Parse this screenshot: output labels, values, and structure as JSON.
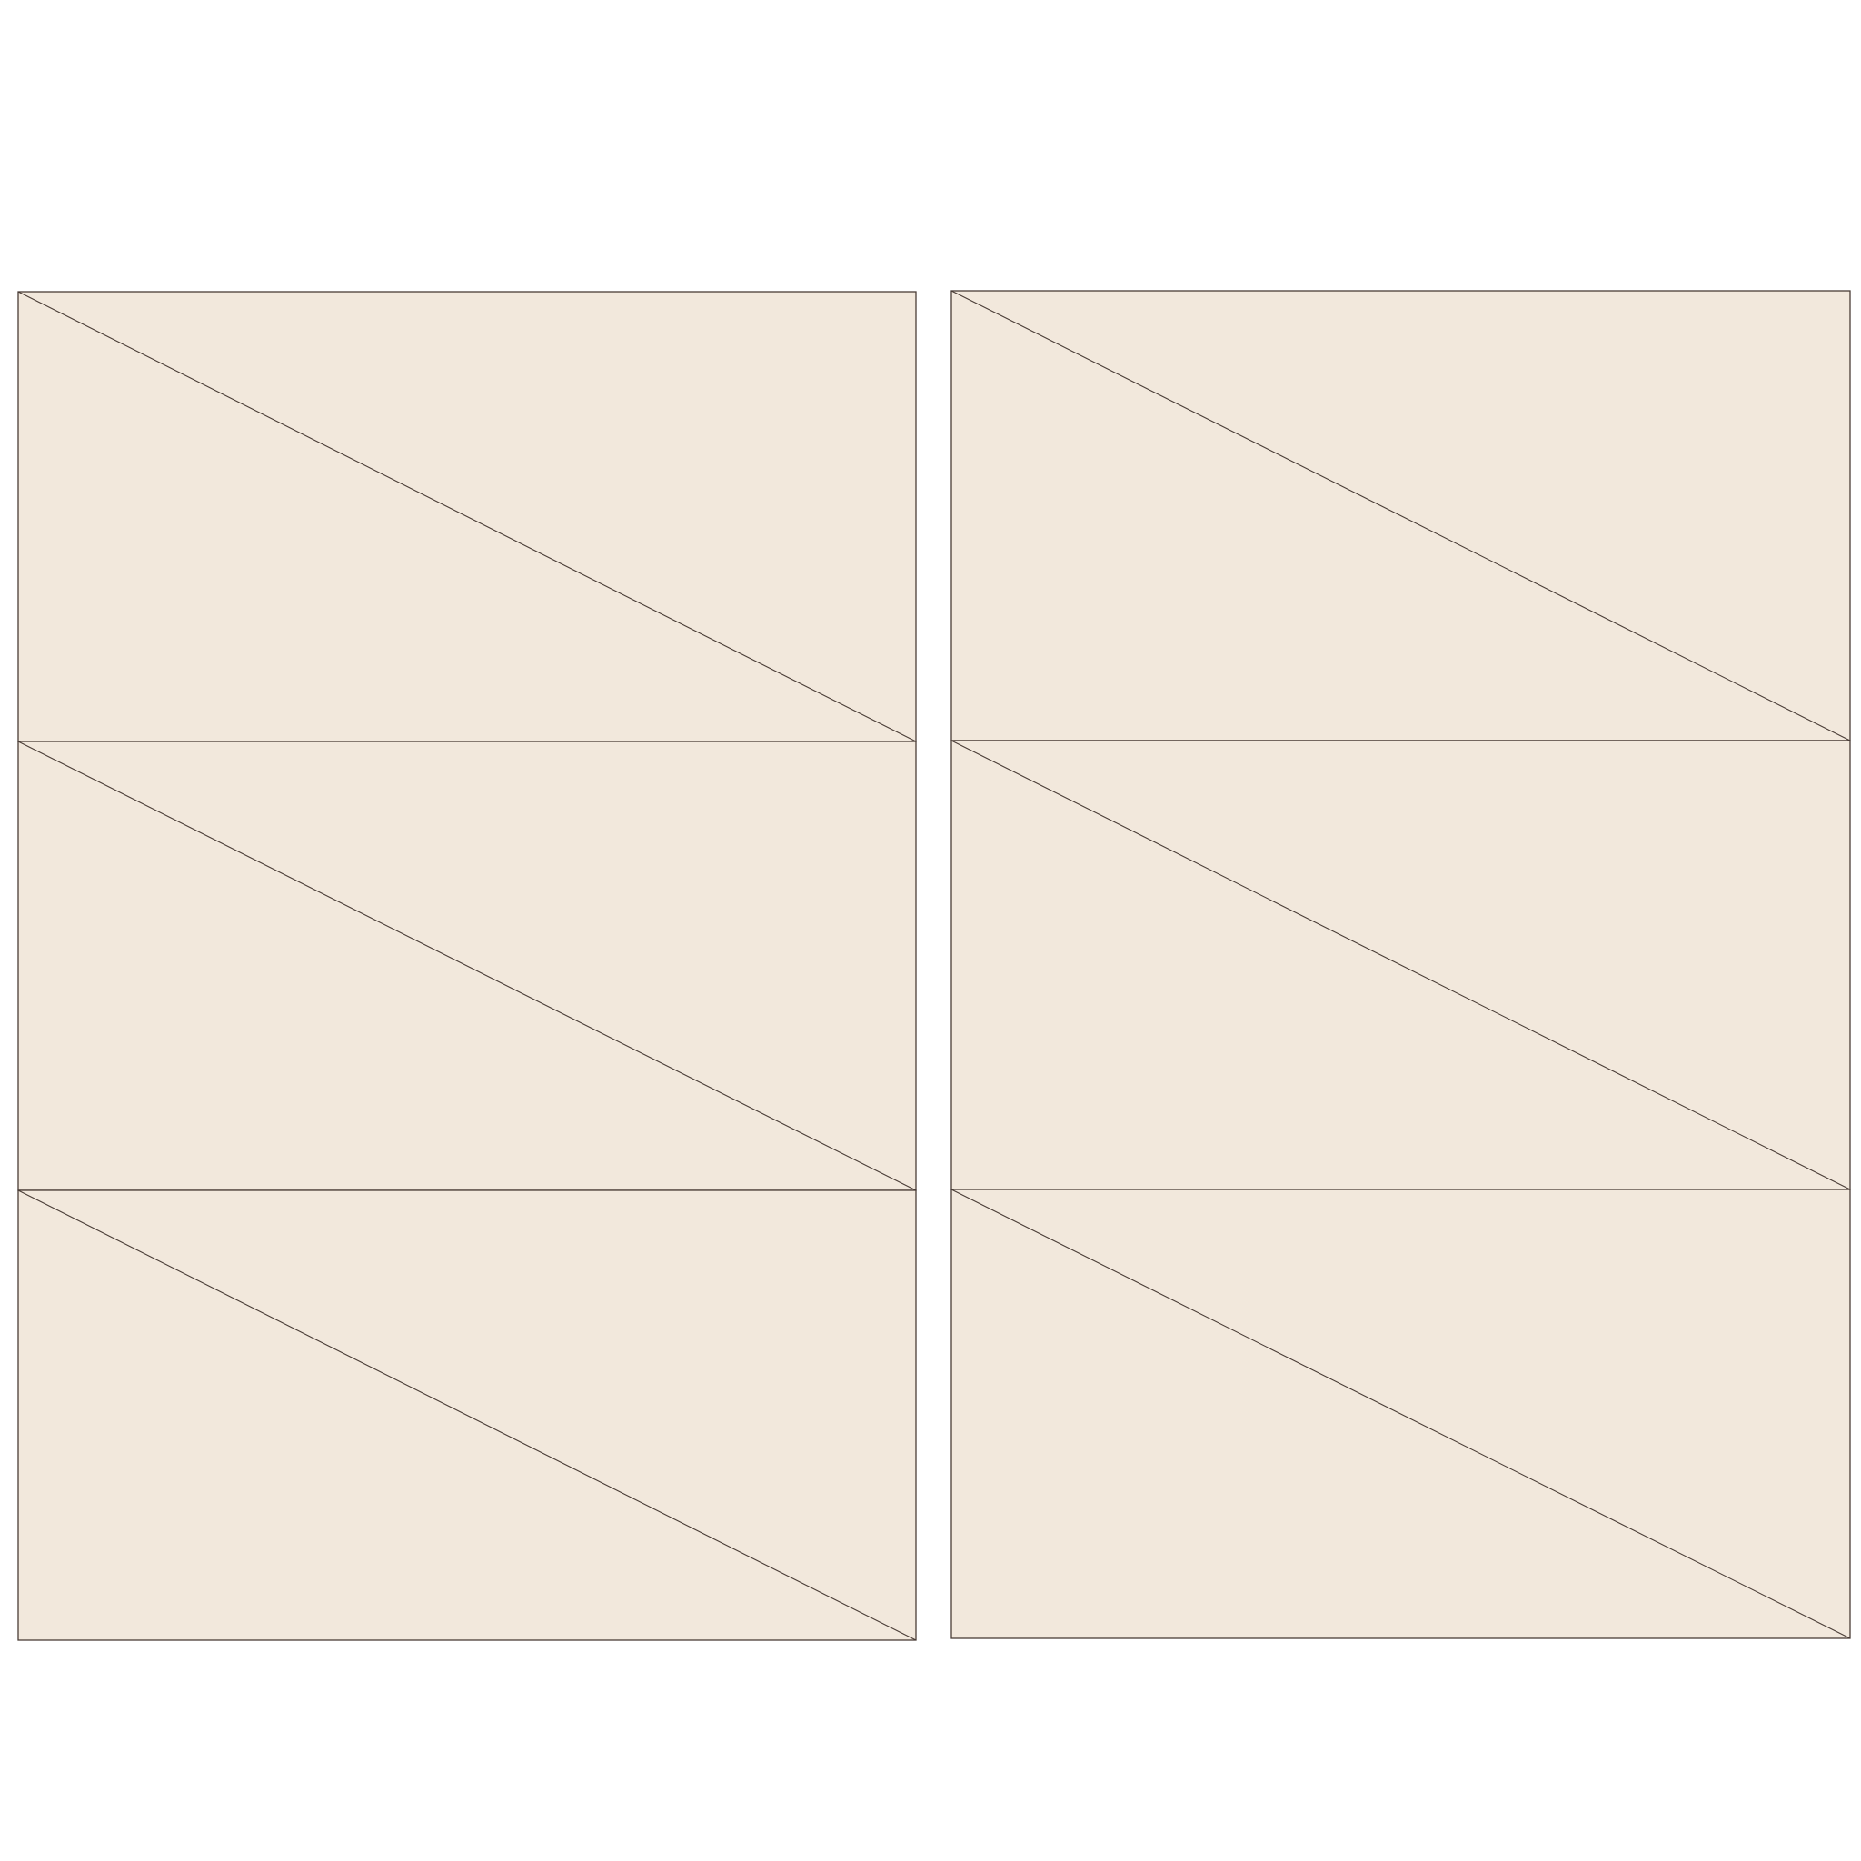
{
  "diagram": {
    "colors": {
      "background": "#ffffff",
      "panel_fill": "#f2e8dc",
      "stroke": "#4a3d37"
    },
    "columns": [
      {
        "name": "left",
        "rows": 3,
        "diagonal": "top-left-to-bottom-right"
      },
      {
        "name": "right",
        "rows": 3,
        "diagonal": "top-left-to-bottom-right"
      }
    ]
  }
}
